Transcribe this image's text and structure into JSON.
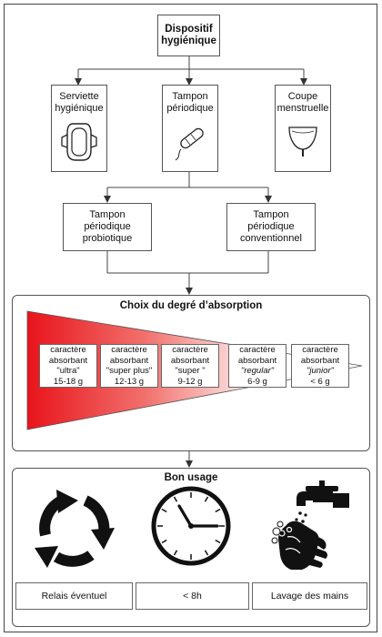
{
  "top": {
    "line1": "Dispositif",
    "line2": "hygiénique"
  },
  "categories": [
    {
      "label": "Serviette\nhygiénique",
      "icon": "sanitary-pad-icon"
    },
    {
      "label": "Tampon\npériodique",
      "icon": "tampon-icon"
    },
    {
      "label": "Coupe\nmenstruelle",
      "icon": "menstrual-cup-icon"
    }
  ],
  "subtypes": [
    {
      "label": "Tampon\npériodique\nprobiotique"
    },
    {
      "label": "Tampon\npériodique\nconventionnel"
    }
  ],
  "absorption": {
    "title": "Choix du degré d’absorption",
    "gradient_colors": [
      "#e8141b",
      "#ffffff"
    ],
    "levels": [
      {
        "line1": "caractère",
        "line2": "absorbant",
        "name": "\"ultra\"",
        "weight": "15-18 g",
        "italic": false
      },
      {
        "line1": "caractère",
        "line2": "absorbant",
        "name": "\"super plus\"",
        "weight": "12-13 g",
        "italic": false
      },
      {
        "line1": "caractère",
        "line2": "absorbant",
        "name": "\"super \"",
        "weight": "9-12 g",
        "italic": false
      },
      {
        "line1": "caractère",
        "line2": "absorbant",
        "name": "\"regular\"",
        "weight": "6-9 g",
        "italic": true
      },
      {
        "line1": "caractère",
        "line2": "absorbant",
        "name": "\"junior\"",
        "weight": "< 6 g",
        "italic": true
      }
    ]
  },
  "usage": {
    "title": "Bon usage",
    "items": [
      {
        "label": "Relais éventuel",
        "icon": "recycle-arrows-icon"
      },
      {
        "label": "< 8h",
        "icon": "clock-icon"
      },
      {
        "label": "Lavage des mains",
        "icon": "hand-washing-icon"
      }
    ]
  }
}
